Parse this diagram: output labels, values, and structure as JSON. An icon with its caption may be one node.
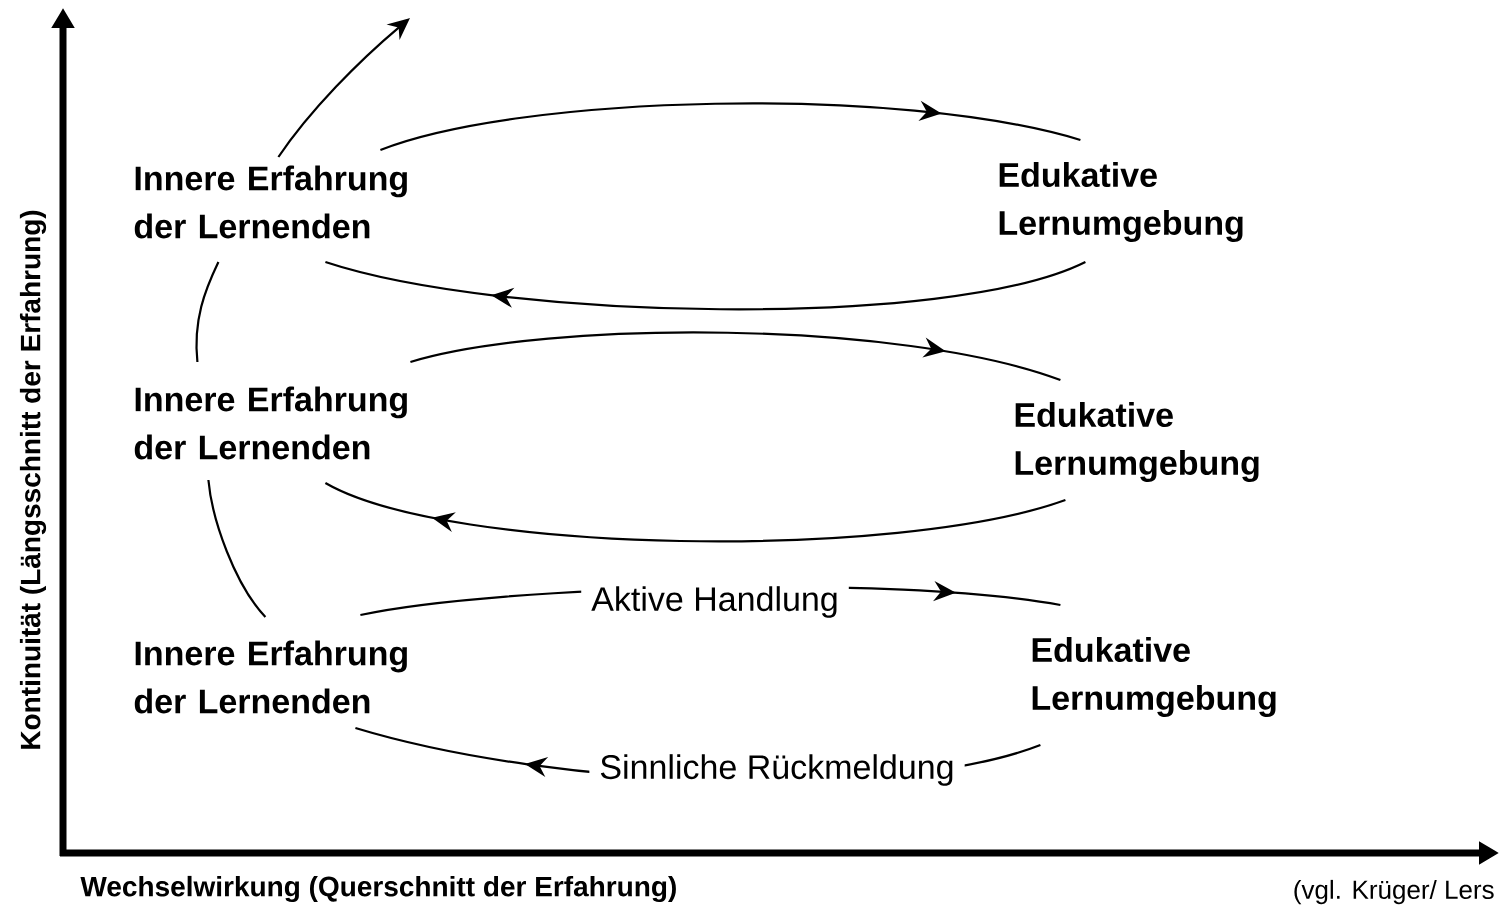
{
  "diagram": {
    "nodes": [
      {
        "text": [
          "Innere Erfahrung der Lernenden"
        ]
      },
      {
        "text": [
          "Edukative Lernumgebung"
        ]
      },
      {
        "text": [
          "Innere Erfahrung der Lernenden"
        ]
      },
      {
        "text": [
          "Edukative Lernumgebung"
        ]
      },
      {
        "text": [
          "Innere Erfahrung der Lernenden"
        ]
      },
      {
        "text": [
          "Edukative Lernumgebung"
        ]
      }
    ],
    "edges": [
      {
        "from": 0,
        "to": 1,
        "arrow": "to"
      },
      {
        "from": 1,
        "to": 0,
        "arrow": "to"
      },
      {
        "from": 2,
        "to": 3,
        "arrow": "to"
      },
      {
        "from": 3,
        "to": 2,
        "arrow": "to"
      },
      {
        "from": 4,
        "to": 5,
        "arrow": "to",
        "label": "Aktive Handlung"
      },
      {
        "from": 5,
        "to": 4,
        "arrow": "to",
        "label": "Sinnliche Rückmeldung"
      },
      {
        "from": 4,
        "to": 2,
        "arrow": "none"
      },
      {
        "from": 2,
        "to": 0,
        "arrow": "none"
      },
      {
        "from": 0,
        "to": null,
        "arrow": "to"
      }
    ],
    "labels": [
      "Kontinuität (Längsschnitt der Erfahrung)",
      "Wechselwirkung (Querschnitt der Erfahrung)",
      "(vgl. Krüger/ Lers"
    ]
  }
}
